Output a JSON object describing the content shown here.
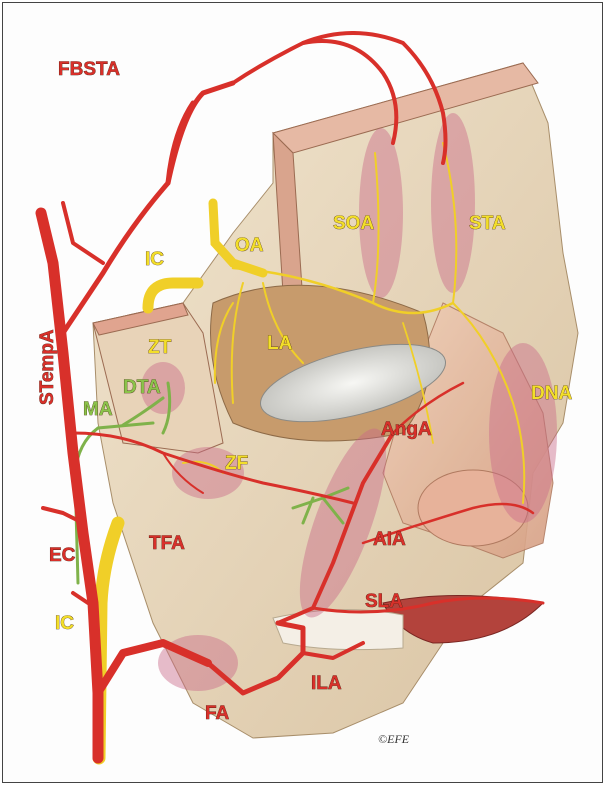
{
  "labels": {
    "fbsta": "FBSTA",
    "soa": "SOA",
    "sta": "STA",
    "ic_top": "IC",
    "oa": "OA",
    "la": "LA",
    "zt": "ZT",
    "dta": "DTA",
    "stempa": "STempA",
    "ma": "MA",
    "dna": "DNA",
    "anga": "AngA",
    "zf": "ZF",
    "tfa": "TFA",
    "aia": "AIA",
    "ec": "EC",
    "ic_bottom": "IC",
    "sla": "SLA",
    "ila": "ILA",
    "fa": "FA"
  },
  "credit": "©EFE",
  "colors": {
    "artery_red": "#d8302a",
    "artery_yellow": "#f3df2a",
    "artery_green": "#8bc34a",
    "bone": "#eadcc4",
    "skin": "#e9c0a8"
  }
}
